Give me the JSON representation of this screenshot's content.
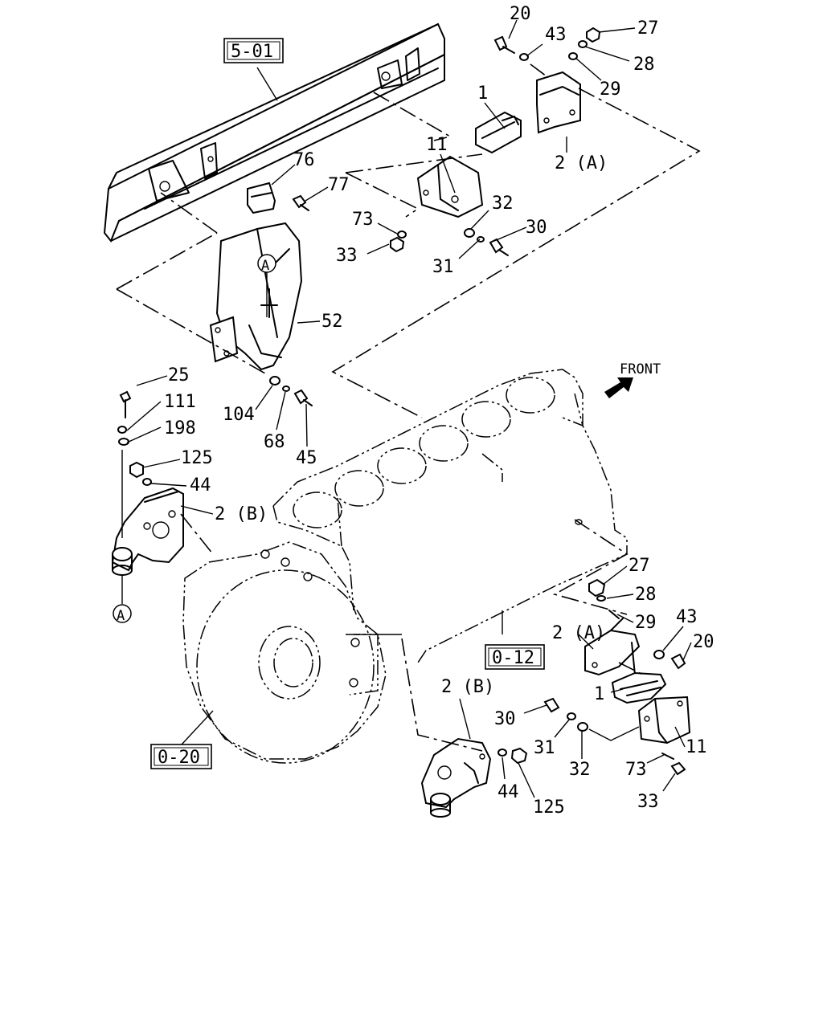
{
  "references": [
    "5-01",
    "0-12",
    "0-20"
  ],
  "front_label": "FRONT",
  "callout_letter": "A",
  "upper_right_mount": {
    "labels": [
      "20",
      "43",
      "27",
      "28",
      "29",
      "1",
      "2 (A)",
      "11",
      "32",
      "30",
      "31",
      "73",
      "33"
    ]
  },
  "upper_left": {
    "labels": [
      "76",
      "77",
      "52"
    ]
  },
  "rear_left_mount": {
    "labels": [
      "25",
      "111",
      "198",
      "125",
      "44",
      "2 (B)",
      "104",
      "68",
      "45"
    ]
  },
  "lower_right_mount": {
    "labels": [
      "27",
      "28",
      "29",
      "43",
      "20",
      "2 (A)",
      "1",
      "11",
      "30",
      "31",
      "32",
      "73",
      "33"
    ]
  },
  "lower_center_mount": {
    "labels": [
      "2 (B)",
      "44",
      "125"
    ]
  }
}
